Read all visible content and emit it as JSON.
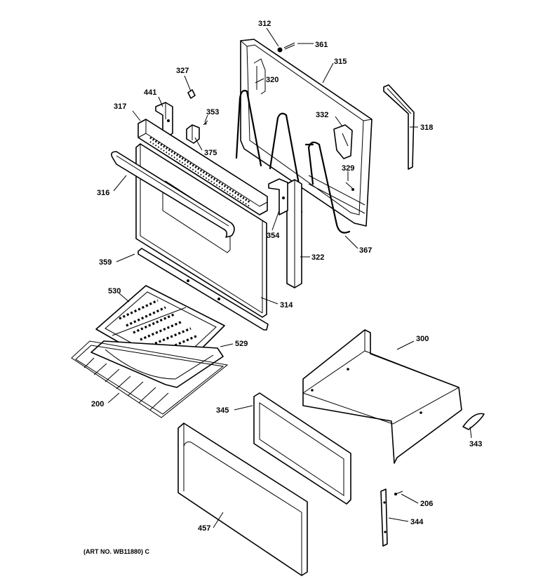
{
  "diagram": {
    "caption": "(ART NO. WB11880) C",
    "labels": {
      "p312": "312",
      "p361": "361",
      "p315": "315",
      "p327": "327",
      "p320": "320",
      "p441": "441",
      "p353": "353",
      "p332": "332",
      "p318": "318",
      "p317": "317",
      "p375": "375",
      "p329": "329",
      "p316": "316",
      "p354": "354",
      "p367": "367",
      "p322": "322",
      "p359": "359",
      "p314": "314",
      "p530": "530",
      "p529": "529",
      "p300": "300",
      "p200": "200",
      "p345": "345",
      "p343": "343",
      "p206": "206",
      "p344": "344",
      "p457": "457"
    }
  }
}
